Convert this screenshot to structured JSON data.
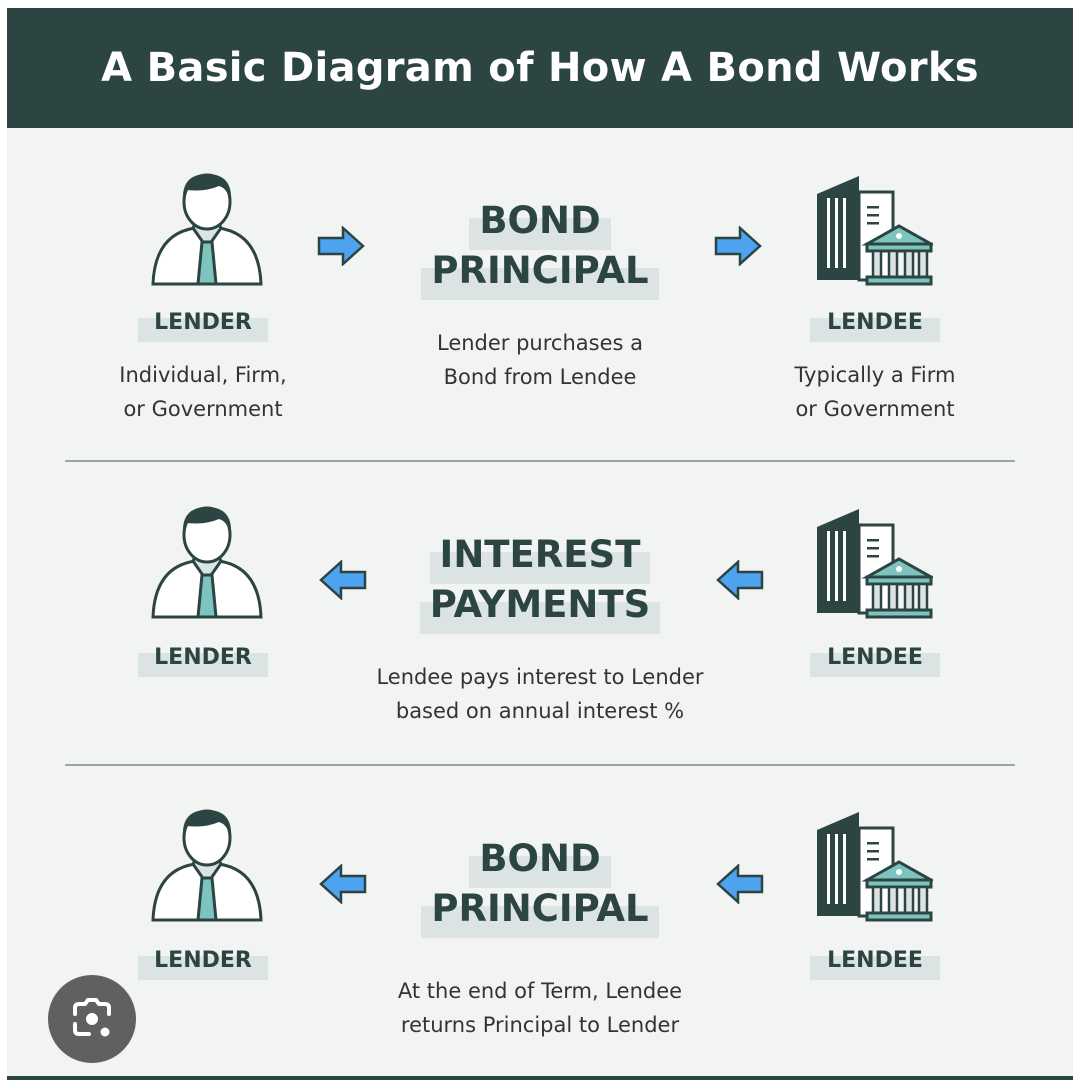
{
  "title": "A Basic Diagram of How A Bond Works",
  "rows": [
    {
      "left_label": "LENDER",
      "left_desc": [
        "Individual, Firm,",
        "or Government"
      ],
      "center_title": [
        "BOND",
        "PRINCIPAL"
      ],
      "center_desc": [
        "Lender purchases a",
        "Bond from Lendee"
      ],
      "right_label": "LENDEE",
      "right_desc": [
        "Typically a Firm",
        "or Government"
      ],
      "direction": "right"
    },
    {
      "left_label": "LENDER",
      "center_title": [
        "INTEREST",
        "PAYMENTS"
      ],
      "center_desc": [
        "Lendee pays interest to Lender",
        "based on annual interest %"
      ],
      "right_label": "LENDEE",
      "direction": "left"
    },
    {
      "left_label": "LENDER",
      "center_title": [
        "BOND",
        "PRINCIPAL"
      ],
      "center_desc": [
        "At the end of Term, Lendee",
        "returns Principal to Lender"
      ],
      "right_label": "LENDEE",
      "direction": "left"
    }
  ],
  "colors": {
    "header": "#2c4543",
    "arrow": "#4da3f0",
    "accent": "#7cc4bd",
    "highlight": "#dbe3e3"
  },
  "overlay_icon": "visual-search-camera-icon"
}
